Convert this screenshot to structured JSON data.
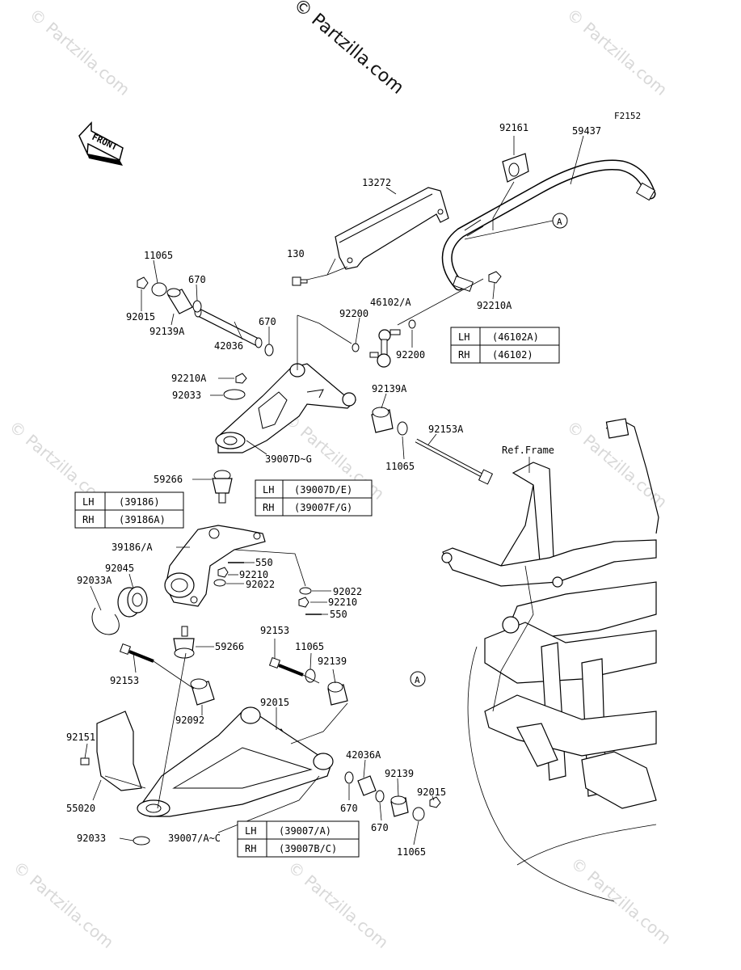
{
  "watermark": {
    "main": "© Partzilla.com",
    "tile": "© Partzilla.com"
  },
  "figure_code": "F2152",
  "front_arrow": "FRONT",
  "ref_frame": "Ref.Frame",
  "callout_a": "A",
  "labels": {
    "p92161": "92161",
    "p59437": "59437",
    "p13272": "13272",
    "p130": "130",
    "p11065_top": "11065",
    "p670_top": "670",
    "p92015_top": "92015",
    "p92139A_top": "92139A",
    "p670_mid": "670",
    "p42036": "42036",
    "p46102A": "46102/A",
    "p92200_left": "92200",
    "p92200_right": "92200",
    "p92210A_right": "92210A",
    "p92210A_left": "92210A",
    "p92033_top": "92033",
    "p92139A_mid": "92139A",
    "p92153A": "92153A",
    "p11065_mid": "11065",
    "p39007DG": "39007D~G",
    "p59266_top": "59266",
    "p39186A": "39186/A",
    "p92045": "92045",
    "p92033A": "92033A",
    "p550_a": "550",
    "p92210_a": "92210",
    "p92022_a": "92022",
    "p92022_b": "92022",
    "p92210_b": "92210",
    "p550_b": "550",
    "p59266_bot": "59266",
    "p92153_left": "92153",
    "p92153_mid": "92153",
    "p11065_low": "11065",
    "p92139_a": "92139",
    "p92092": "92092",
    "p92015_mid": "92015",
    "p92151": "92151",
    "p55020": "55020",
    "p42036A": "42036A",
    "p92139_b": "92139",
    "p92015_low": "92015",
    "p670_low_a": "670",
    "p670_low_b": "670",
    "p11065_bot": "11065",
    "p92033_bot": "92033",
    "p39007AC": "39007/A~C"
  },
  "tables": {
    "t46102": {
      "lh_key": "LH",
      "lh_val": "(46102A)",
      "rh_key": "RH",
      "rh_val": "(46102)"
    },
    "t39007DG": {
      "lh_key": "LH",
      "lh_val": "(39007D/E)",
      "rh_key": "RH",
      "rh_val": "(39007F/G)"
    },
    "t39186": {
      "lh_key": "LH",
      "lh_val": "(39186)",
      "rh_key": "RH",
      "rh_val": "(39186A)"
    },
    "t39007AC": {
      "lh_key": "LH",
      "lh_val": "(39007/A)",
      "rh_key": "RH",
      "rh_val": "(39007B/C)"
    }
  }
}
